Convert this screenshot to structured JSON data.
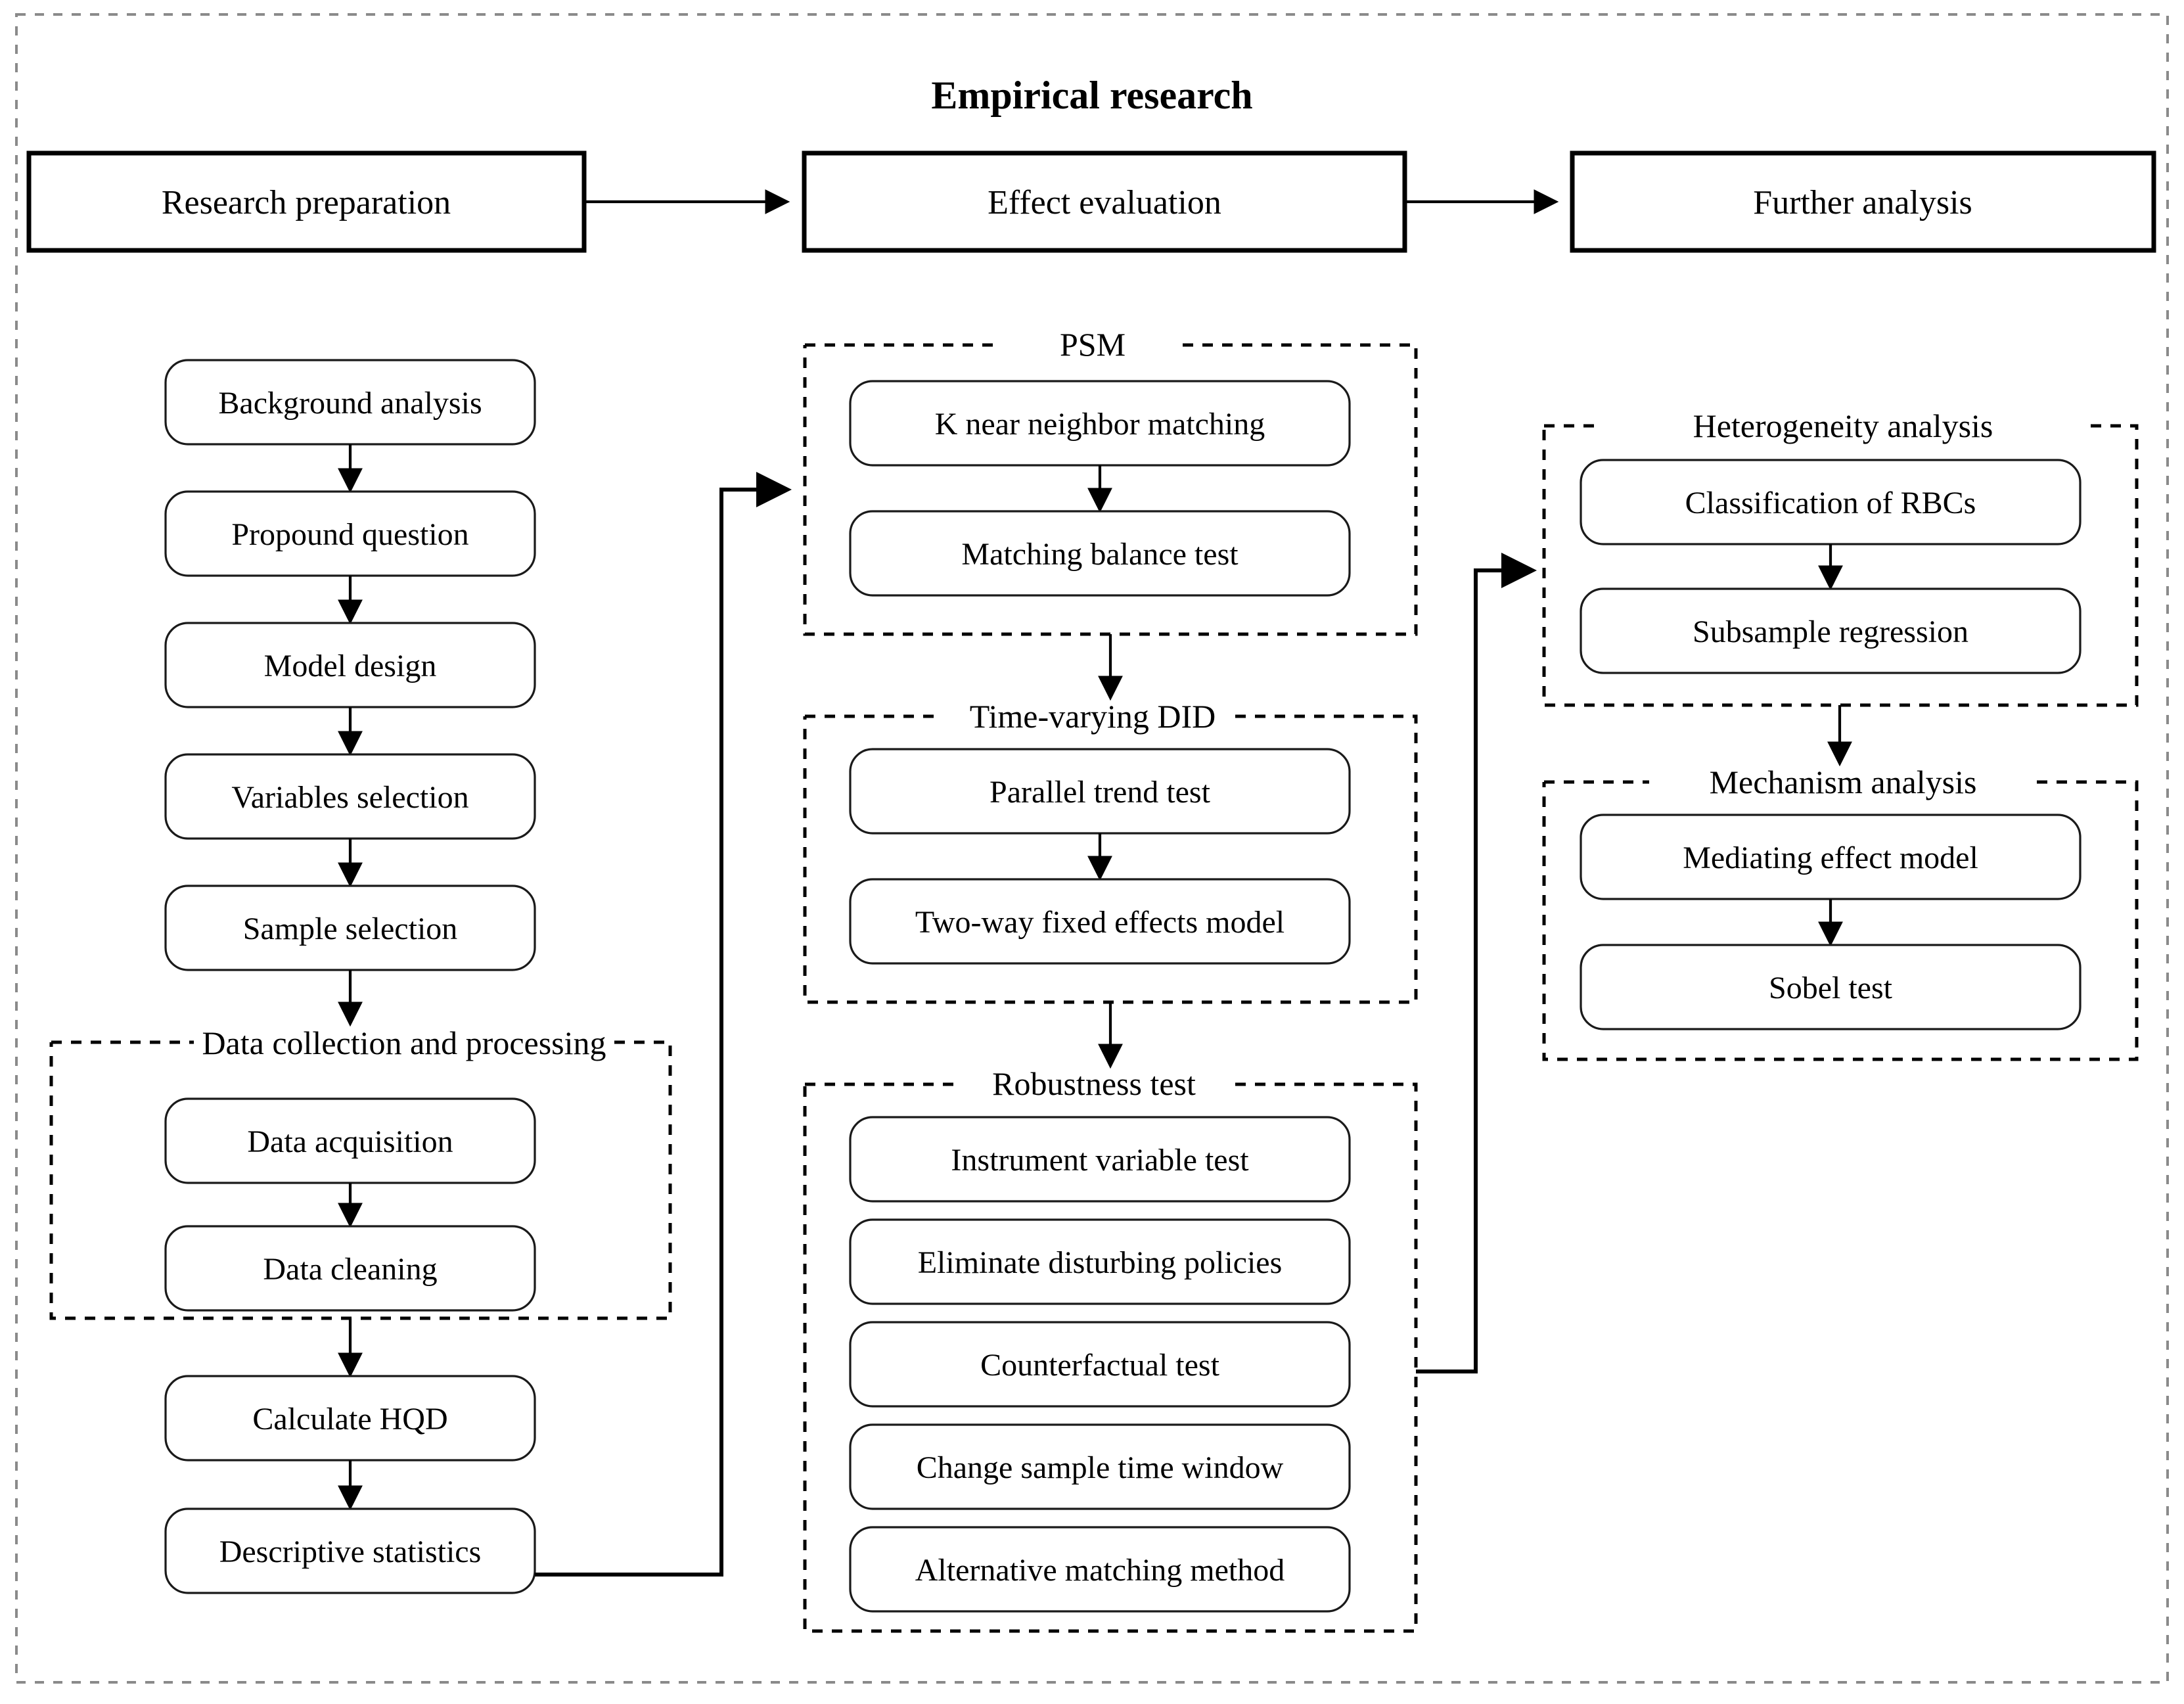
{
  "figure": {
    "title": "Empirical research",
    "type": "flowchart"
  },
  "header_boxes": [
    {
      "id": "research-preparation",
      "label": "Research preparation"
    },
    {
      "id": "effect-evaluation",
      "label": "Effect evaluation"
    },
    {
      "id": "further-analysis",
      "label": "Further analysis"
    }
  ],
  "columns": {
    "left": {
      "name": "Research preparation",
      "nodes": [
        {
          "id": "background-analysis",
          "label": "Background analysis"
        },
        {
          "id": "propound-question",
          "label": "Propound question"
        },
        {
          "id": "model-design",
          "label": "Model design"
        },
        {
          "id": "variables-selection",
          "label": "Variables selection"
        },
        {
          "id": "sample-selection",
          "label": "Sample selection"
        }
      ],
      "group": {
        "id": "data-collection-and-processing",
        "label": "Data collection and processing",
        "nodes": [
          {
            "id": "data-acquisition",
            "label": "Data acquisition"
          },
          {
            "id": "data-cleaning",
            "label": "Data cleaning"
          }
        ]
      },
      "nodes_after_group": [
        {
          "id": "calculate-hqd",
          "label": "Calculate HQD"
        },
        {
          "id": "descriptive-statistics",
          "label": "Descriptive statistics"
        }
      ]
    },
    "middle": {
      "name": "Effect evaluation",
      "groups": [
        {
          "id": "psm",
          "label": "PSM",
          "nodes": [
            {
              "id": "k-near-neighbor-matching",
              "label": "K near neighbor matching"
            },
            {
              "id": "matching-balance-test",
              "label": "Matching balance test"
            }
          ]
        },
        {
          "id": "time-varying-did",
          "label": "Time-varying DID",
          "nodes": [
            {
              "id": "parallel-trend-test",
              "label": "Parallel trend test"
            },
            {
              "id": "two-way-fixed-effects-model",
              "label": "Two-way fixed effects model"
            }
          ]
        },
        {
          "id": "robustness-test",
          "label": "Robustness test",
          "nodes": [
            {
              "id": "instrument-variable-test",
              "label": "Instrument variable test"
            },
            {
              "id": "eliminate-disturbing-policies",
              "label": "Eliminate disturbing policies"
            },
            {
              "id": "counterfactual-test",
              "label": "Counterfactual test"
            },
            {
              "id": "change-sample-time-window",
              "label": "Change sample time window"
            },
            {
              "id": "alternative-matching-method",
              "label": "Alternative matching method"
            }
          ]
        }
      ]
    },
    "right": {
      "name": "Further analysis",
      "groups": [
        {
          "id": "heterogeneity-analysis",
          "label": "Heterogeneity analysis",
          "nodes": [
            {
              "id": "classification-of-rbcs",
              "label": "Classification of RBCs"
            },
            {
              "id": "subsample-regression",
              "label": "Subsample regression"
            }
          ]
        },
        {
          "id": "mechanism-analysis",
          "label": "Mechanism analysis",
          "nodes": [
            {
              "id": "mediating-effect-model",
              "label": "Mediating effect model"
            },
            {
              "id": "sobel-test",
              "label": "Sobel test"
            }
          ]
        }
      ]
    }
  },
  "colors": {
    "stroke": "#000000",
    "outer_border": "#8a8a8a",
    "background": "#ffffff"
  }
}
